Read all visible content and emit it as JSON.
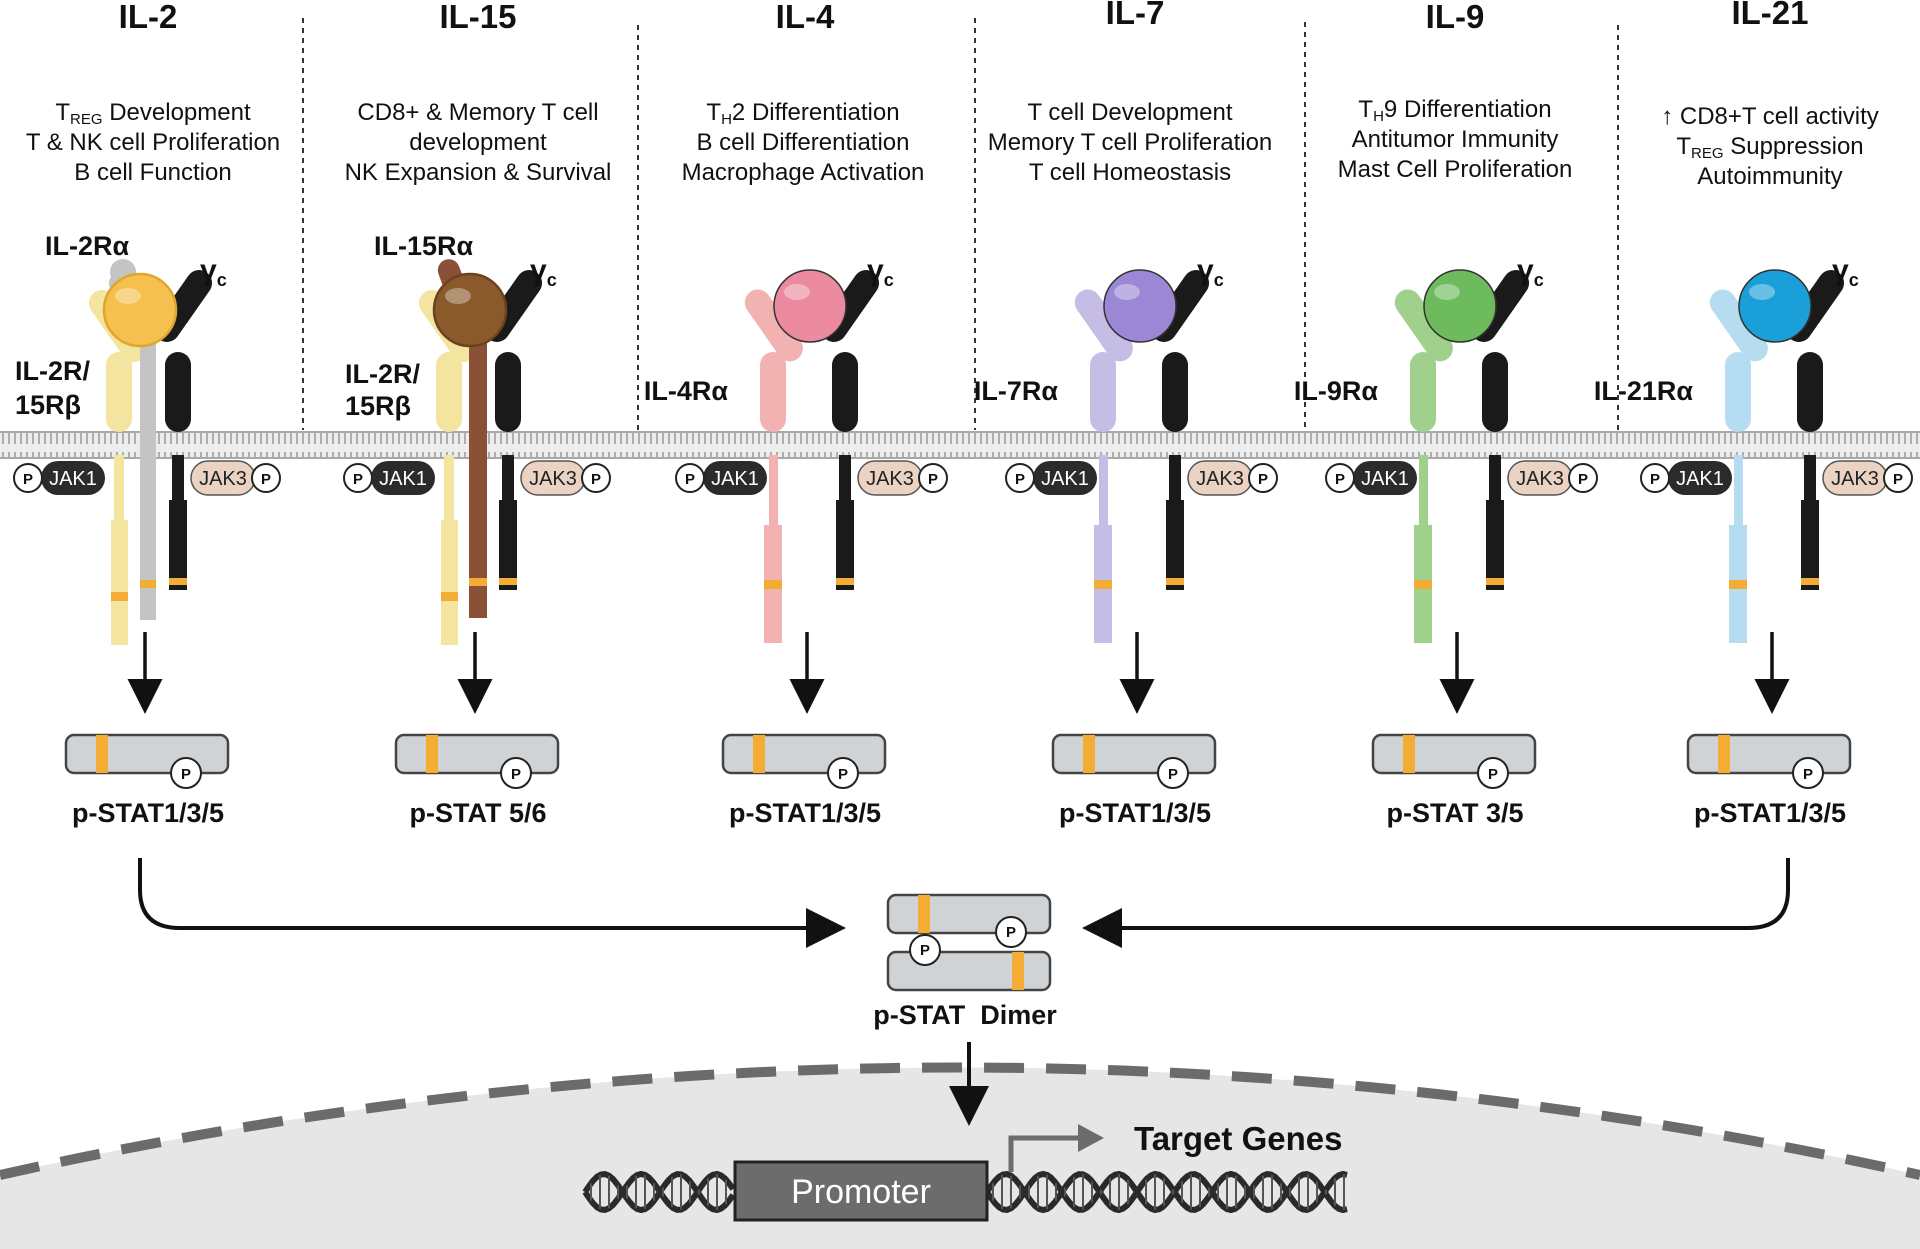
{
  "panels": [
    {
      "id": "il2",
      "title": "IL-2",
      "functions": [
        "TREG Development",
        "T & NK cell Proliferation",
        "B cell Function"
      ],
      "alpha_label": "IL-2Rα",
      "beta_label": [
        "IL-2R/",
        "15Rβ"
      ],
      "gamma_label": "γc",
      "jak_left": "JAK1",
      "jak_right": "JAK3",
      "p_symbol": "P",
      "stat_label": "p-STAT1/3/5",
      "colors": {
        "ligand": "#f5c04f",
        "alpha": "#c4c4c4",
        "beta": "#f3e4a0"
      }
    },
    {
      "id": "il15",
      "title": "IL-15",
      "functions": [
        "CD8+ & Memory T cell",
        "development",
        "NK Expansion & Survival"
      ],
      "alpha_label": "IL-15Rα",
      "beta_label": [
        "IL-2R/",
        "15Rβ"
      ],
      "gamma_label": "γc",
      "jak_left": "JAK1",
      "jak_right": "JAK3",
      "p_symbol": "P",
      "stat_label": "p-STAT 5/6",
      "colors": {
        "ligand": "#8b5a2b",
        "alpha": "#8b5038",
        "beta": "#f3e4a0"
      }
    },
    {
      "id": "il4",
      "title": "IL-4",
      "functions": [
        "TH2 Differentiation",
        "B cell Differentiation",
        "Macrophage Activation"
      ],
      "receptor_label": "IL-4Rα",
      "gamma_label": "γc",
      "jak_left": "JAK1",
      "jak_right": "JAK3",
      "p_symbol": "P",
      "stat_label": "p-STAT1/3/5",
      "colors": {
        "ligand": "#ec8aa0",
        "receptor": "#f2b2b2"
      }
    },
    {
      "id": "il7",
      "title": "IL-7",
      "functions": [
        "T cell Development",
        "Memory T cell Proliferation",
        "T cell Homeostasis"
      ],
      "receptor_label": "IL-7Rα",
      "gamma_label": "γc",
      "jak_left": "JAK1",
      "jak_right": "JAK3",
      "p_symbol": "P",
      "stat_label": "p-STAT1/3/5",
      "colors": {
        "ligand": "#9b87d6",
        "receptor": "#c5bde6"
      }
    },
    {
      "id": "il9",
      "title": "IL-9",
      "functions": [
        "TH9 Differentiation",
        "Antitumor Immunity",
        "Mast Cell Proliferation"
      ],
      "receptor_label": "IL-9Rα",
      "gamma_label": "γc",
      "jak_left": "JAK1",
      "jak_right": "JAK3",
      "p_symbol": "P",
      "stat_label": "p-STAT 3/5",
      "colors": {
        "ligand": "#6dbb5c",
        "receptor": "#9fd18d"
      }
    },
    {
      "id": "il21",
      "title": "IL-21",
      "functions": [
        "↑ CD8+T cell activity",
        "TREG Suppression",
        "Autoimmunity"
      ],
      "receptor_label": "IL-21Rα",
      "gamma_label": "γc",
      "jak_left": "JAK1",
      "jak_right": "JAK3",
      "p_symbol": "P",
      "stat_label": "p-STAT1/3/5",
      "colors": {
        "ligand": "#1a9fd8",
        "receptor": "#b6dcf2"
      }
    }
  ],
  "dimer_label": "p-STAT  Dimer",
  "promoter_label": "Promoter",
  "target_label": "Target Genes",
  "colors": {
    "membrane": "#bdbdbd",
    "gamma_chain": "#1a1a1a",
    "jak1": "#2b2b2b",
    "jak3": "#ead3c2",
    "stat_box": "#d0d3d6",
    "stat_band": "#f3ad35",
    "nucleus": "#e6e6e6",
    "promoter_box": "#6c6c6c"
  }
}
